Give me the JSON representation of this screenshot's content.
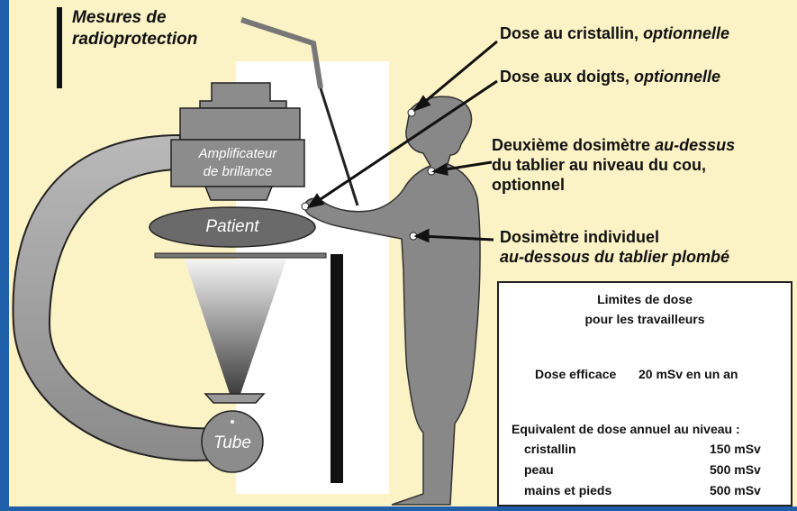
{
  "title": [
    "Mesures de",
    "radioprotection"
  ],
  "equipment": {
    "amplifier": [
      "Amplificateur",
      "de brillance"
    ],
    "patient": "Patient",
    "tube": "Tube"
  },
  "annotations": {
    "lens": {
      "main": "Dose au cristallin, ",
      "emph": "optionnelle"
    },
    "fingers": {
      "main": "Dose aux doigts, ",
      "emph": "optionnelle"
    },
    "neck": {
      "line1_main": "Deuxième dosimètre ",
      "line1_emph": "au-dessus",
      "line2": "du tablier au niveau du cou,",
      "line3": "optionnel"
    },
    "body": {
      "line1": "Dosimètre individuel",
      "line2": "au-dessous du tablier plombé"
    }
  },
  "limits": {
    "heading": [
      "Limites de dose",
      "pour les travailleurs"
    ],
    "effective_label": "Dose efficace",
    "effective_value": "20 mSv en un an",
    "equivalent_heading": "Equivalent de dose annuel au niveau :",
    "rows": [
      {
        "organ": "cristallin",
        "value": "150 mSv"
      },
      {
        "organ": "peau",
        "value": "500 mSv"
      },
      {
        "organ": "mains et pieds",
        "value": "500 mSv"
      }
    ]
  },
  "colors": {
    "background": "#1f5ea8",
    "card": "#fbf3c6",
    "equipment_gray": "#8c8c8c",
    "dark": "#111111"
  }
}
